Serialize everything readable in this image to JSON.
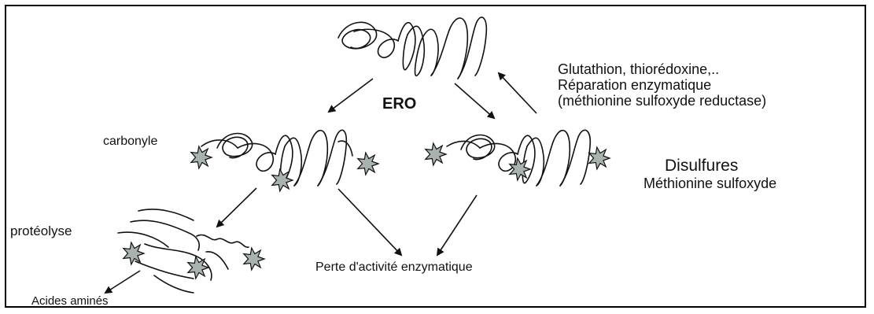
{
  "labels": {
    "ero": "ERO",
    "repair_1": "Glutathion, thiorédoxine,..",
    "repair_2": "Réparation enzymatique",
    "repair_3": "(méthionine sulfoxyde reductase)",
    "carbonyle": "carbonyle",
    "disulfures": "Disulfures",
    "methionine": "Méthionine sulfoxyde",
    "proteolyse": "protéolyse",
    "perte": "Perte d'activité enzymatique",
    "acides": "Acides aminés"
  },
  "colors": {
    "stroke": "#111111",
    "damage_fill": "#a9b3ad"
  }
}
